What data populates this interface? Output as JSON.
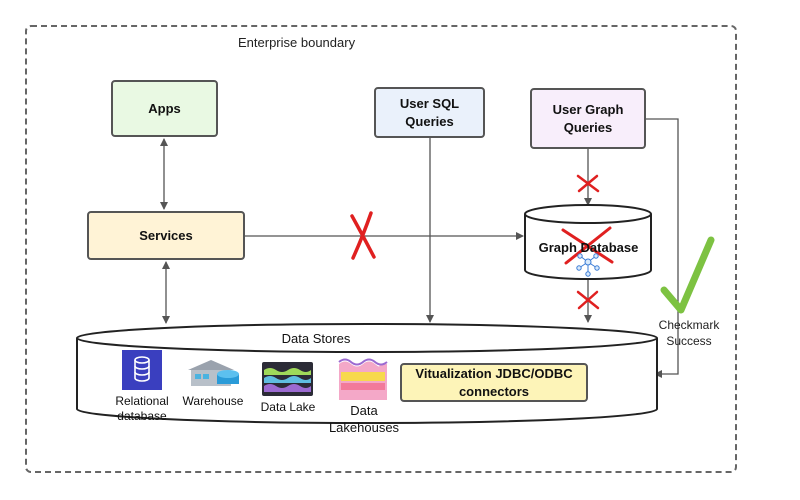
{
  "boundary_label": "Enterprise boundary",
  "apps_label": "Apps",
  "services_label": "Services",
  "user_sql_label": "User SQL Queries",
  "user_graph_label": "User Graph Queries",
  "graph_db_label": "Graph Database",
  "data_stores_label": "Data Stores",
  "stores": {
    "relational": "Relational database",
    "warehouse": "Warehouse",
    "data_lake": "Data Lake",
    "lakehouses": "Data Lakehouses"
  },
  "virtualization_label": "Vitualization JDBC/ODBC connectors",
  "checkmark_label": "Checkmark Success",
  "colors": {
    "cross": "#e02020",
    "check": "#7dc242",
    "relational_icon": "#3a3fbf",
    "apps_fill": "#e9f9e3",
    "services_fill": "#fff3d6",
    "sql_fill": "#eaf1fb",
    "graph_fill": "#f8eefb",
    "virt_fill": "#fdf4b8"
  },
  "icons": [
    "relational-database-icon",
    "warehouse-icon",
    "data-lake-icon",
    "data-lakehouse-icon",
    "graph-network-icon",
    "checkmark-icon",
    "cross-icon"
  ]
}
